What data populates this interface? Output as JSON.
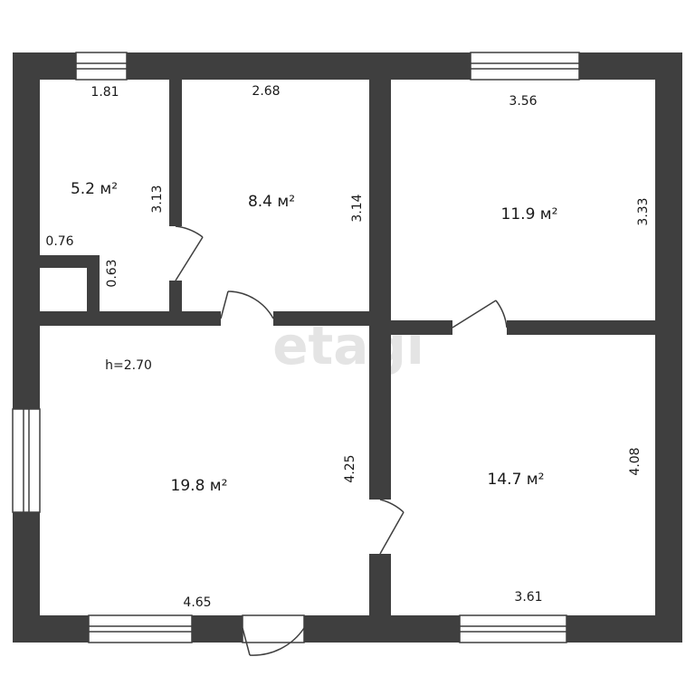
{
  "watermark": "etagi",
  "ceiling_height": "h=2.70",
  "rooms": {
    "storage": {
      "area": "5.2 м²",
      "width": "1.81",
      "height": "3.13"
    },
    "bathroom": {
      "area": "8.4 м²",
      "width": "2.68",
      "height": "3.14"
    },
    "bedroom": {
      "area": "11.9 м²",
      "width": "3.56",
      "height": "3.33"
    },
    "living": {
      "area": "19.8 м²",
      "width": "4.65",
      "height": "4.25"
    },
    "room": {
      "area": "14.7 м²",
      "width": "3.61",
      "height": "4.08"
    }
  },
  "niche": {
    "width": "0.76",
    "height": "0.63"
  }
}
